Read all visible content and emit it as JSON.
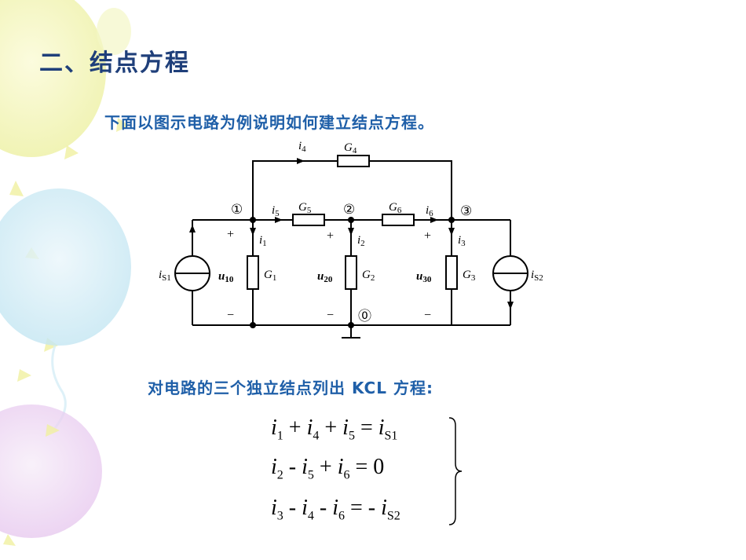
{
  "slide": {
    "title": "二、结点方程",
    "subtitle": "下面以图示电路为例说明如何建立结点方程。",
    "kcl_intro": "对电路的三个独立结点列出 KCL 方程:"
  },
  "circuit": {
    "nodes": {
      "n1": "①",
      "n2": "②",
      "n3": "③",
      "n0": "⓪"
    },
    "elements": {
      "G4": "G",
      "G4_sub": "4",
      "G5": "G",
      "G5_sub": "5",
      "G6": "G",
      "G6_sub": "6",
      "G1": "G",
      "G1_sub": "1",
      "G2": "G",
      "G2_sub": "2",
      "G3": "G",
      "G3_sub": "3",
      "iS1": "i",
      "iS1_sub": "S1",
      "iS2": "i",
      "iS2_sub": "S2"
    },
    "currents": {
      "i4": "i",
      "i4_sub": "4",
      "i5": "i",
      "i5_sub": "5",
      "i6": "i",
      "i6_sub": "6",
      "i1": "i",
      "i1_sub": "1",
      "i2": "i",
      "i2_sub": "2",
      "i3": "i",
      "i3_sub": "3"
    },
    "voltages": {
      "u10": "u",
      "u10_sub": "10",
      "u20": "u",
      "u20_sub": "20",
      "u30": "u",
      "u30_sub": "30"
    },
    "polarity": {
      "plus": "+",
      "minus": "−"
    }
  },
  "equations": {
    "eq1": {
      "a": "i",
      "a_sub": "1",
      "op1": " + ",
      "b": "i",
      "b_sub": "4",
      "op2": " + ",
      "c": "i",
      "c_sub": "5",
      "eq": " = ",
      "rhs": "i",
      "rhs_sub": "S1"
    },
    "eq2": {
      "a": "i",
      "a_sub": "2",
      "op1": " - ",
      "b": "i",
      "b_sub": "5",
      "op2": " + ",
      "c": "i",
      "c_sub": "6",
      "eq": " = ",
      "rhs": "0"
    },
    "eq3": {
      "a": "i",
      "a_sub": "3",
      "op1": " - ",
      "b": "i",
      "b_sub": "4",
      "op2": " - ",
      "c": "i",
      "c_sub": "6",
      "eq": " = ",
      "rhs_neg": "- ",
      "rhs": "i",
      "rhs_sub": "S2"
    }
  }
}
